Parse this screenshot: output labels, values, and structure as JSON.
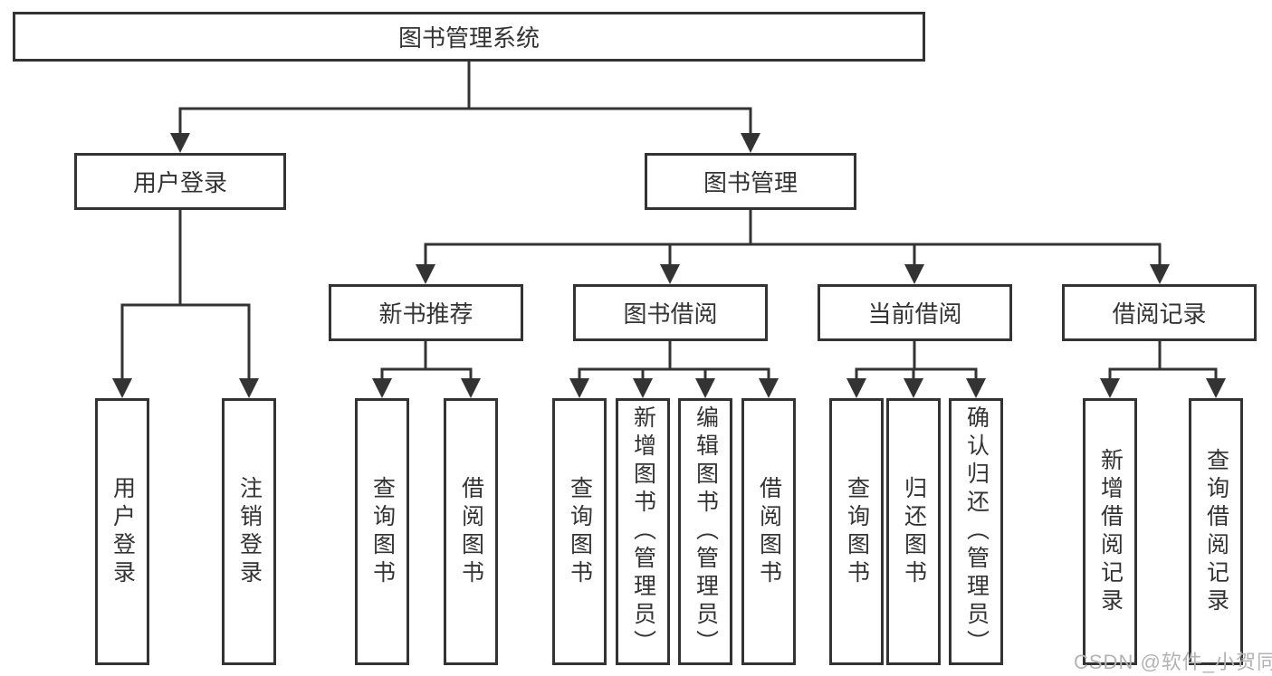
{
  "title": {
    "label": "图书管理系统"
  },
  "level2": {
    "user_login": "用户登录",
    "book_mgmt": "图书管理"
  },
  "level3": {
    "new_book": "新书推荐",
    "borrow": "图书借阅",
    "current": "当前借阅",
    "records": "借阅记录"
  },
  "leaves": {
    "user_login": [
      "用户登录",
      "注销登录"
    ],
    "new_book": [
      "查询图书",
      "借阅图书"
    ],
    "borrow": [
      "查询图书",
      "新增图书（管理员）",
      "编辑图书（管理员）",
      "借阅图书"
    ],
    "current": [
      "查询图书",
      "归还图书",
      "确认归还（管理员）"
    ],
    "records": [
      "新增借阅记录",
      "查询借阅记录"
    ]
  },
  "watermark": "CSDN @软件_小贺同学",
  "colors": {
    "line": "#333333",
    "text": "#333333",
    "watermark": "#b3b3b3",
    "background": "#ffffff"
  }
}
